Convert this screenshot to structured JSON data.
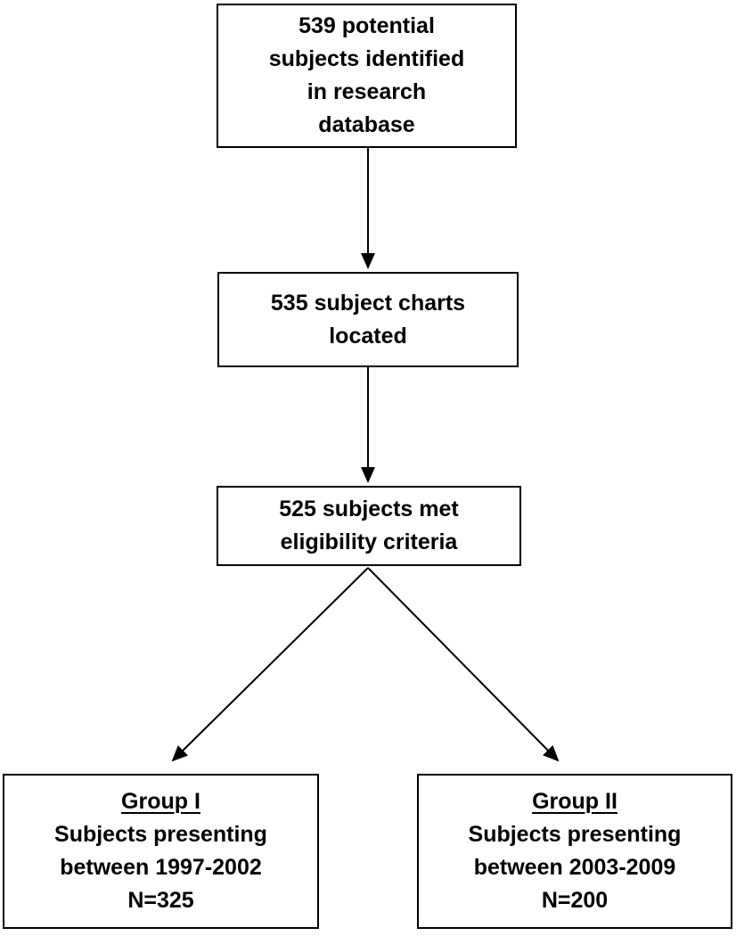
{
  "diagram": {
    "type": "flowchart",
    "boxes": {
      "identified": {
        "lines": [
          "539 potential",
          "subjects identified",
          "in research",
          "database"
        ]
      },
      "located": {
        "lines": [
          "535 subject charts",
          "located"
        ]
      },
      "eligible": {
        "lines": [
          "525 subjects met",
          "eligibility criteria"
        ]
      },
      "group1": {
        "title": "Group I",
        "lines": [
          "Subjects presenting",
          "between 1997-2002",
          "N=325"
        ]
      },
      "group2": {
        "title": "Group II",
        "lines": [
          "Subjects presenting",
          "between 2003-2009",
          "N=200"
        ]
      }
    },
    "colors": {
      "border": "#000000",
      "fill": "#ffffff",
      "text": "#000000",
      "arrow": "#000000",
      "background": "#ffffff"
    }
  }
}
